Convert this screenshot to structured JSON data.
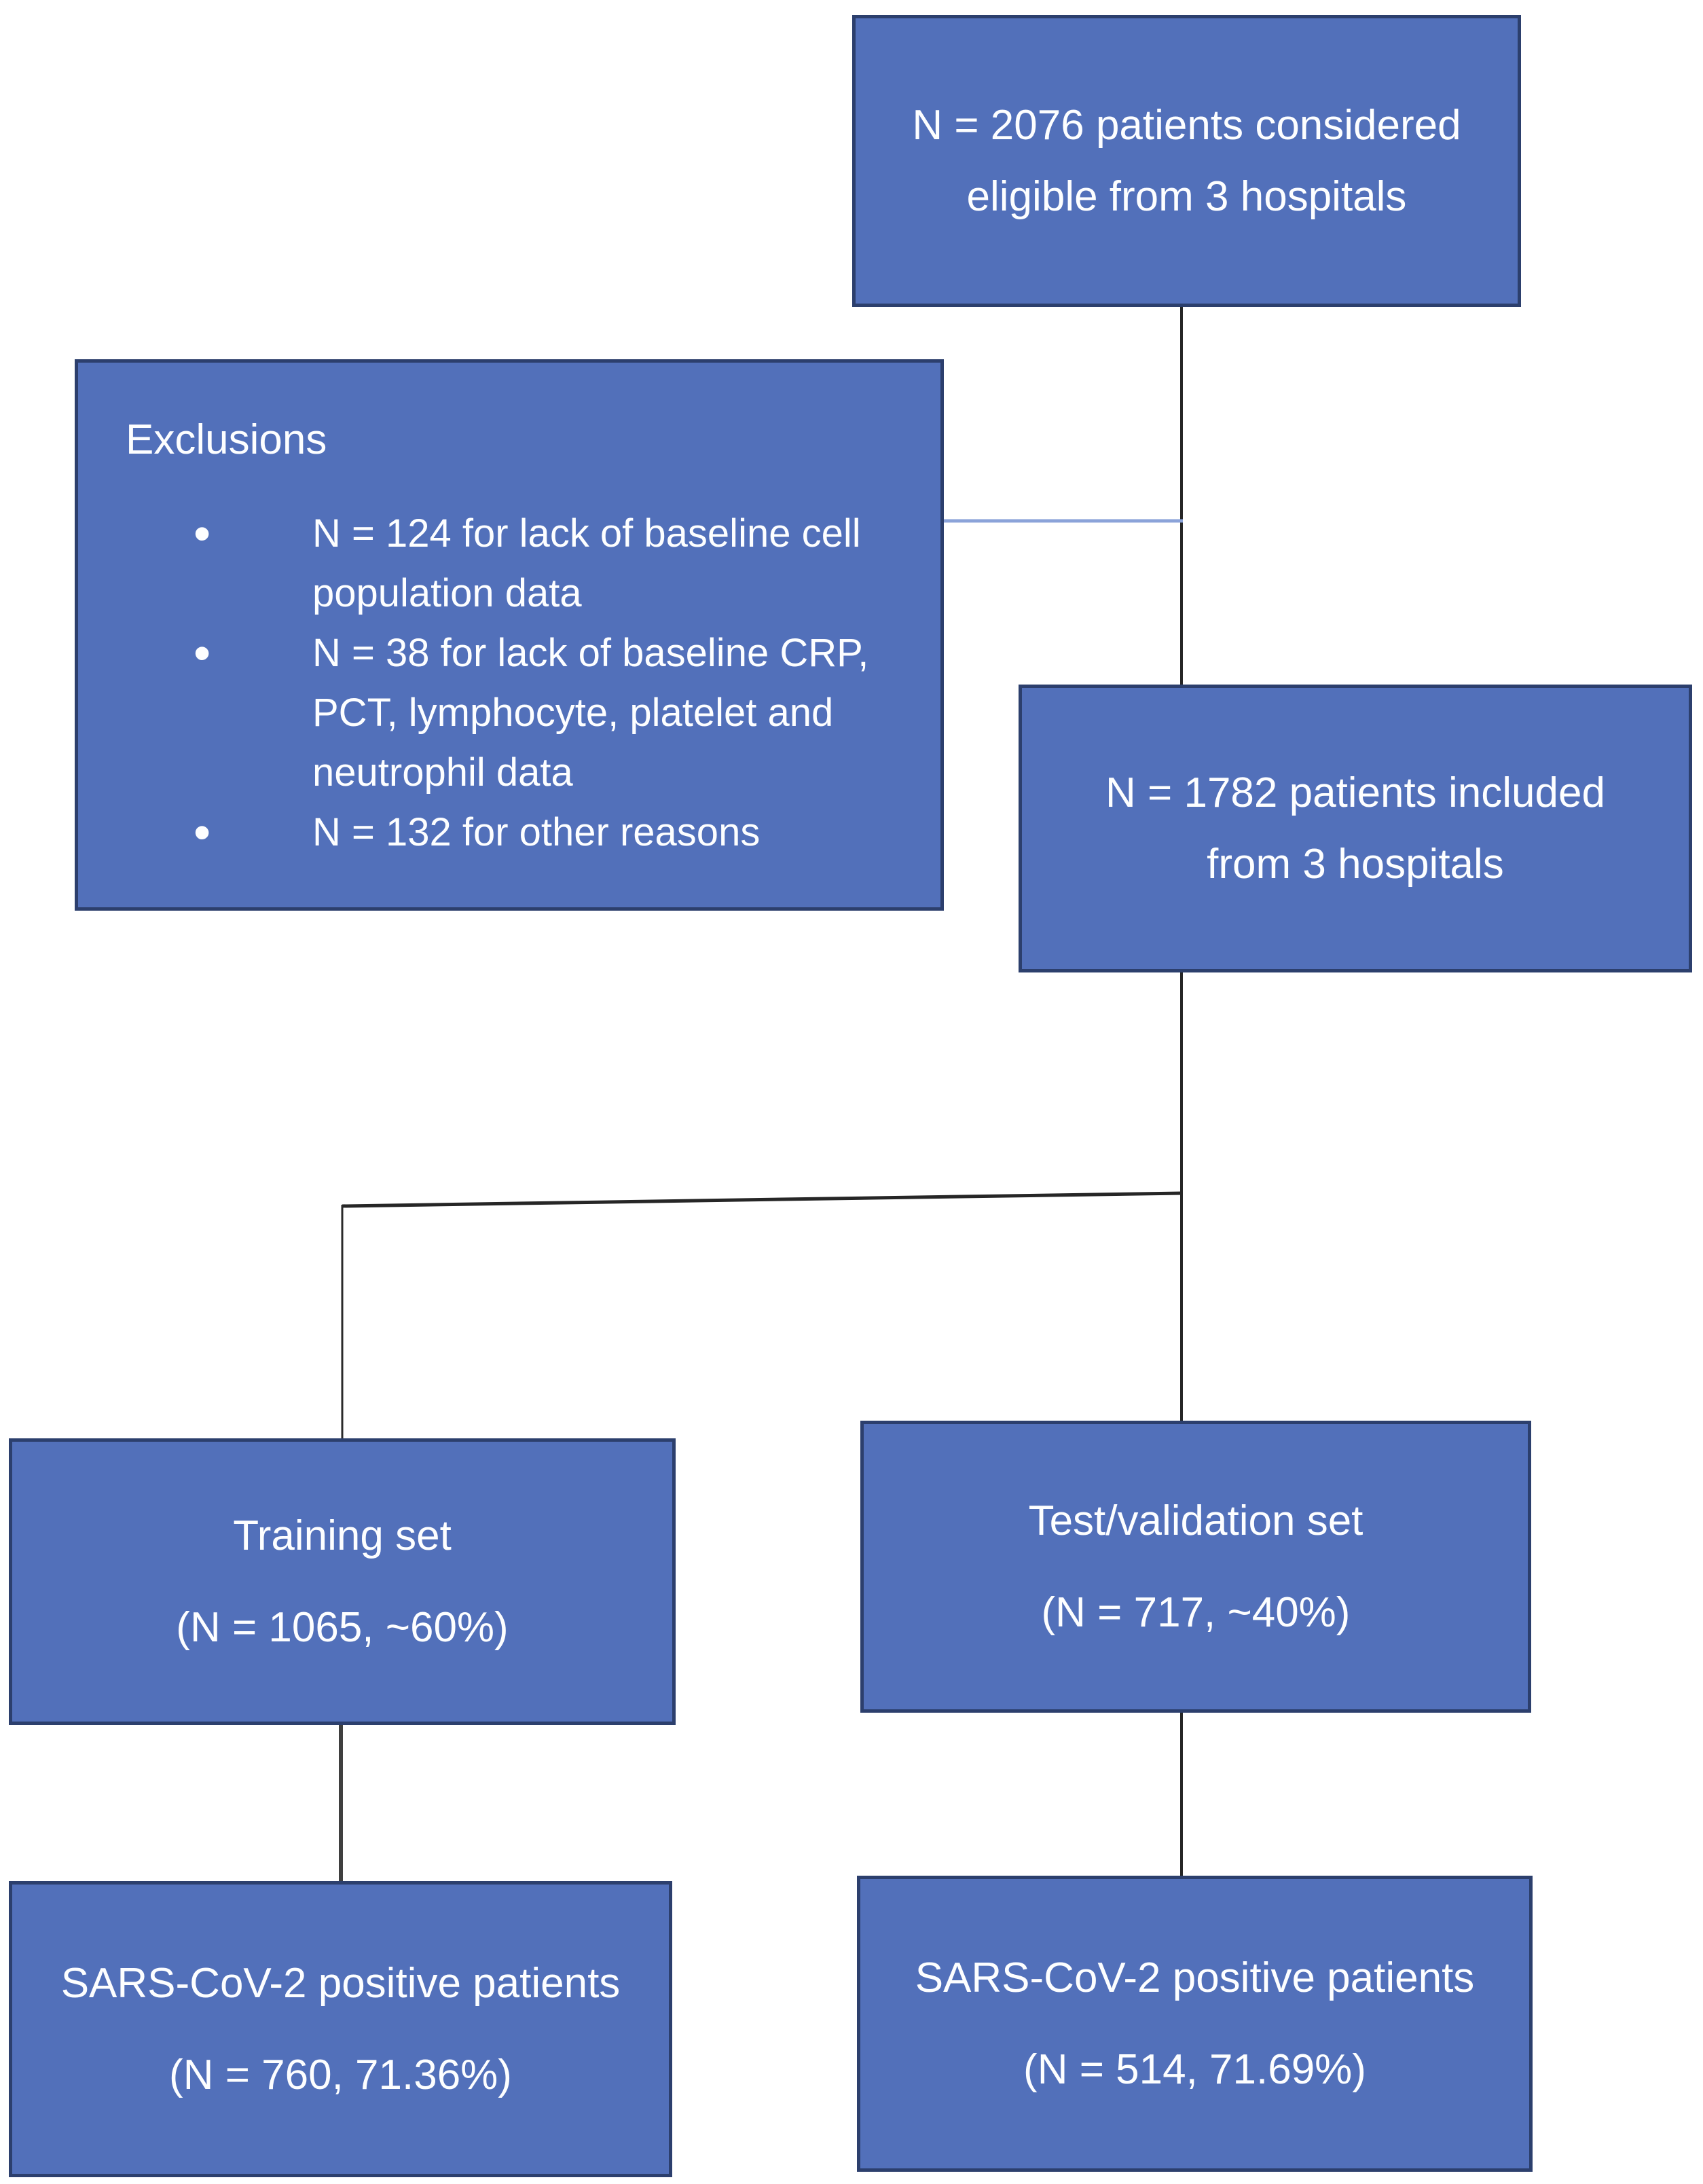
{
  "diagram": {
    "nodes": {
      "eligible": {
        "line1": "N = 2076 patients considered",
        "line2": "eligible from 3 hospitals"
      },
      "exclusions": {
        "heading": "Exclusions",
        "bullets": [
          "N = 124 for lack of baseline cell population data",
          "N = 38 for lack of baseline CRP, PCT, lymphocyte, platelet and neutrophil data",
          "N = 132 for other reasons"
        ]
      },
      "included": {
        "line1": "N = 1782 patients included",
        "line2": "from 3 hospitals"
      },
      "training_set": {
        "title": "Training set",
        "detail": "(N = 1065, ~60%)"
      },
      "test_set": {
        "title": "Test/validation set",
        "detail": "(N = 717, ~40%)"
      },
      "training_positive": {
        "title": "SARS-CoV-2 positive patients",
        "detail": "(N = 760, 71.36%)"
      },
      "test_positive": {
        "title": "SARS-CoV-2 positive patients",
        "detail": "(N = 514, 71.69%)"
      }
    },
    "edges": [
      {
        "from": "eligible",
        "to": "included"
      },
      {
        "from": "eligible",
        "to": "exclusions"
      },
      {
        "from": "included",
        "to": "training_set"
      },
      {
        "from": "included",
        "to": "test_set"
      },
      {
        "from": "training_set",
        "to": "training_positive"
      },
      {
        "from": "test_set",
        "to": "test_positive"
      }
    ],
    "colors": {
      "box_fill": "#5270ba",
      "box_border": "#2c3f6d",
      "text": "#fdfeff",
      "connector_dark": "#262626",
      "connector_light": "#8ba3d9"
    }
  }
}
